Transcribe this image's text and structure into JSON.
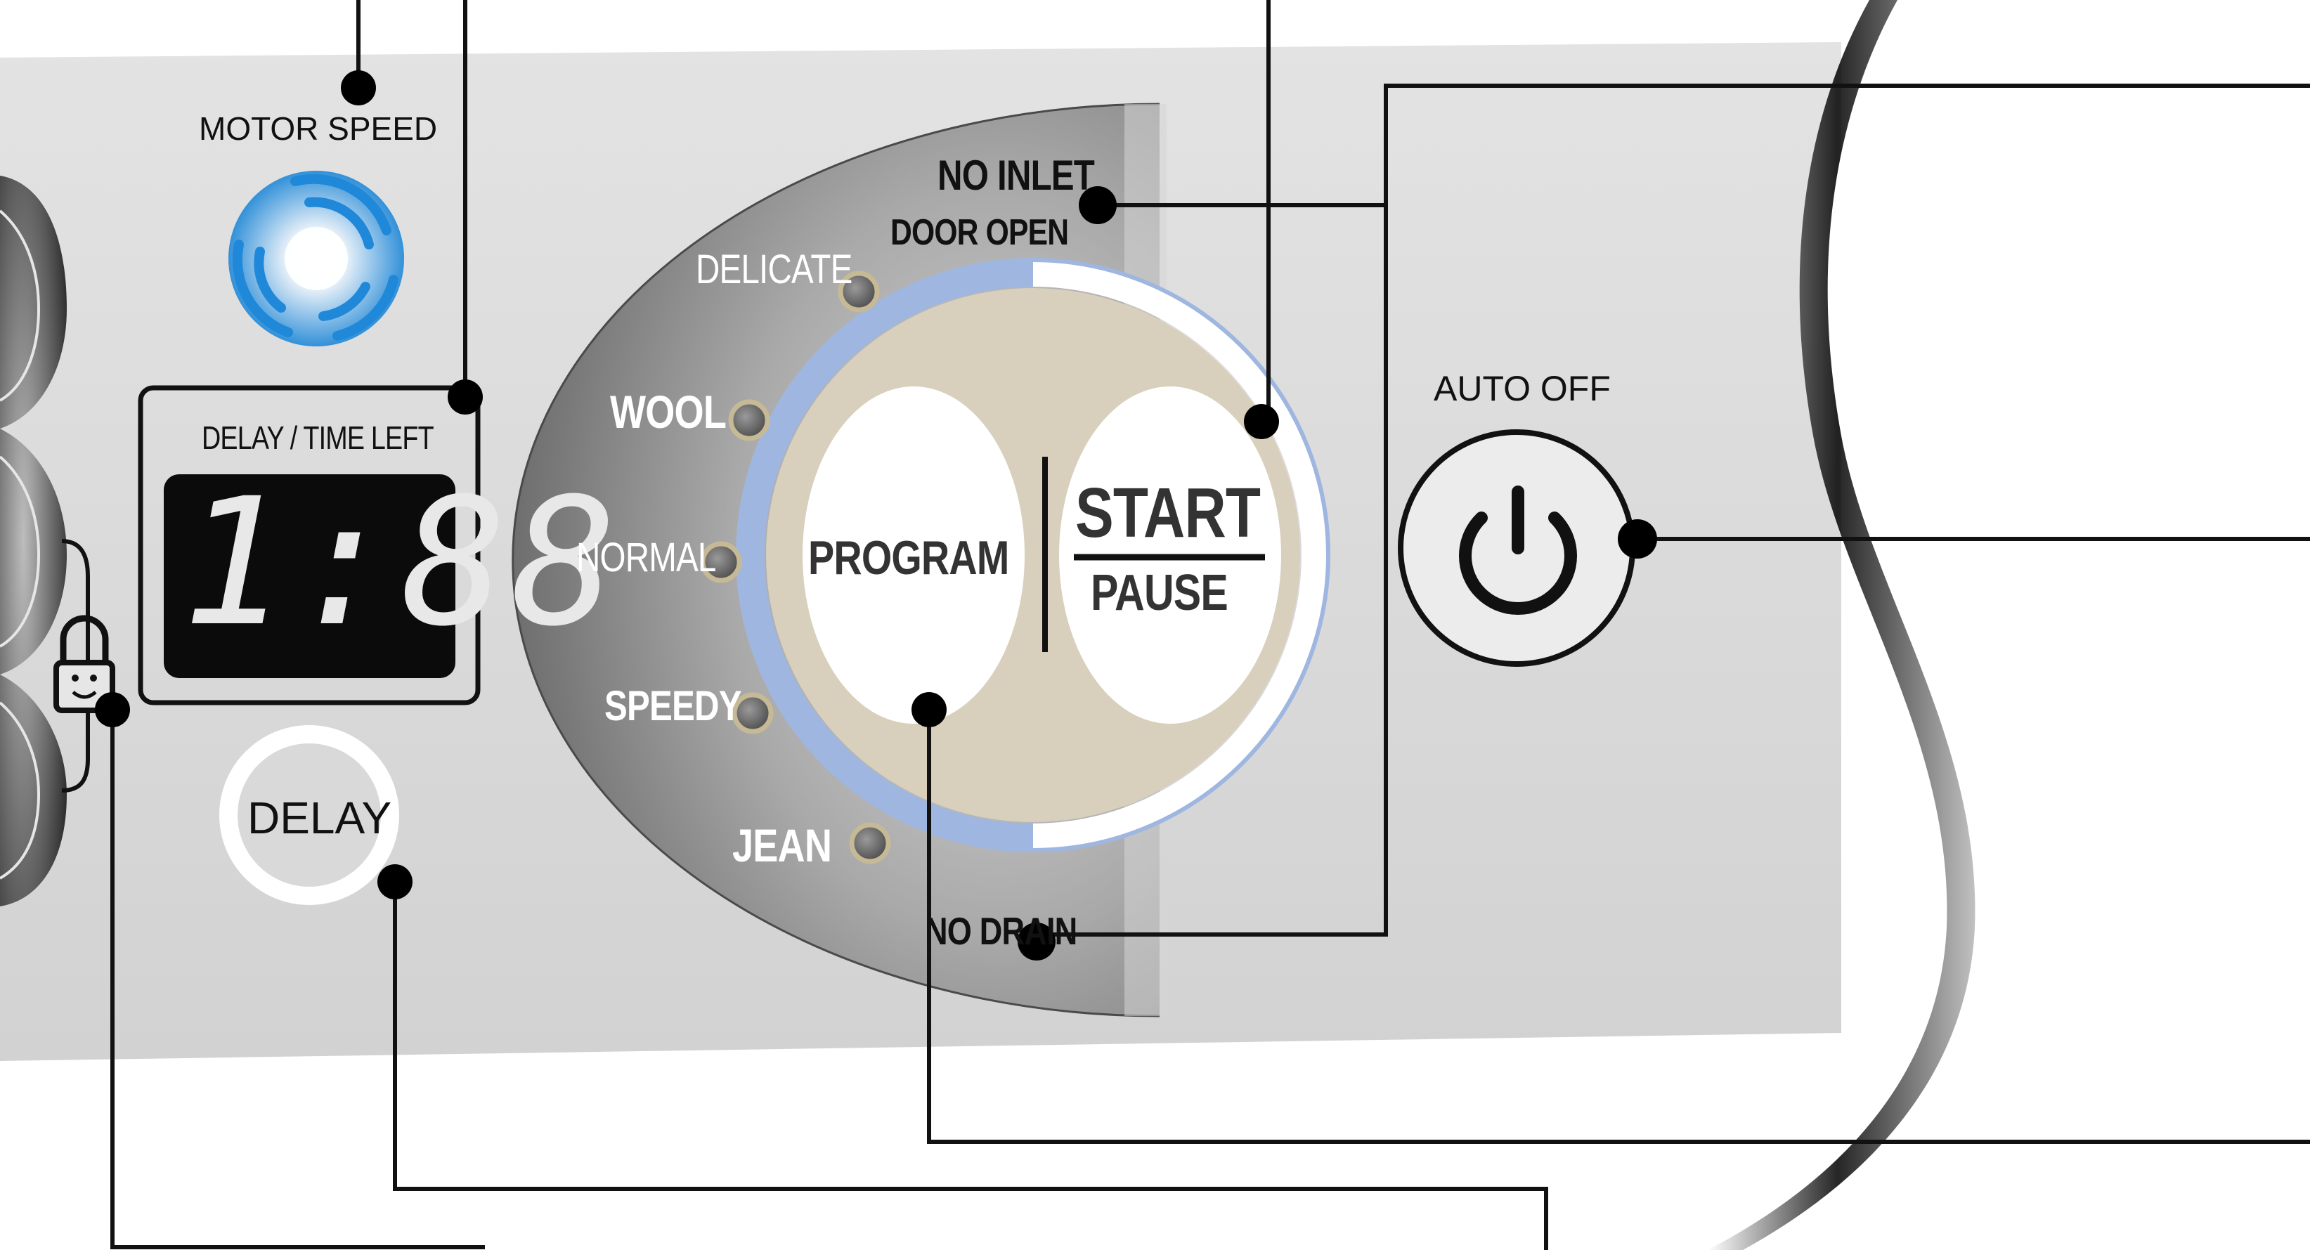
{
  "panel": {
    "motor_speed_label": "MOTOR SPEED",
    "delay_time_left_label": "DELAY / TIME LEFT",
    "display_digits": "1:88",
    "delay_button_label": "DELAY",
    "auto_off_label": "AUTO OFF",
    "program_button_label": "PROGRAM",
    "start_label": "START",
    "pause_label": "PAUSE"
  },
  "programs": [
    "DELICATE",
    "WOOL",
    "NORMAL",
    "SPEEDY",
    "JEAN"
  ],
  "indicators": {
    "no_inlet": "NO INLET",
    "door_open": "DOOR OPEN",
    "no_drain": "NO DRAIN"
  },
  "icons": [
    "motor-speed-icon",
    "child-lock-icon",
    "power-icon"
  ],
  "colors": {
    "panel": "#dcdcdc",
    "dial_ring": "#9fb6e0",
    "button_center": "#d8cfbd",
    "display_bg": "#0b0b0b",
    "display_digits": "#e8e8e8",
    "fan_blue": "#1f88d8"
  }
}
